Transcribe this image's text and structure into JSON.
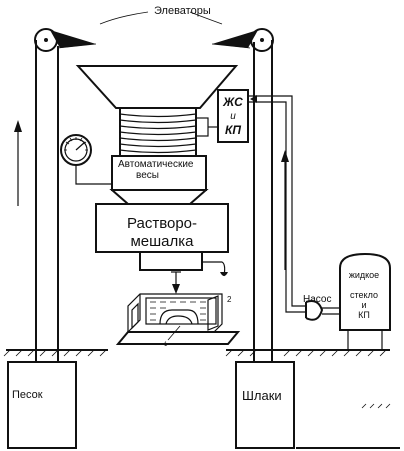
{
  "labels": {
    "elevators": "Элеваторы",
    "scales_line1": "Автоматические",
    "scales_line2": "весы",
    "mixer_line1": "Растворо-",
    "mixer_line2": "мешалка",
    "zhs_line1": "ЖС",
    "zhs_line2": "и",
    "zhs_line3": "КП",
    "pump": "Насос",
    "tank_line1": "жидкое",
    "tank_line2": "стекло",
    "tank_line3": "и",
    "tank_line4": "КП",
    "sand": "Песок",
    "slag": "Шлаки",
    "mark_1": "1",
    "mark_2": "2"
  },
  "colors": {
    "ink": "#111111",
    "paper": "#ffffff"
  }
}
